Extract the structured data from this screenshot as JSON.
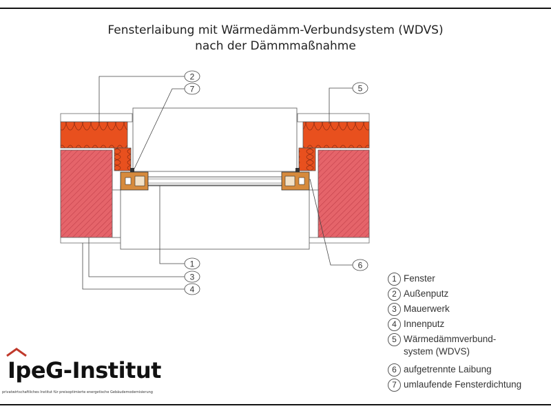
{
  "title": {
    "line1": "Fensterlaibung mit Wärmedämm-Verbundsystem (WDVS)",
    "line2": "nach der Dämmmaßnahme"
  },
  "callouts": [
    "1",
    "2",
    "3",
    "4",
    "5",
    "6",
    "7"
  ],
  "legend": [
    {
      "num": "1",
      "text": "Fenster"
    },
    {
      "num": "2",
      "text": "Außenputz"
    },
    {
      "num": "3",
      "text": "Mauerwerk"
    },
    {
      "num": "4",
      "text": "Innenputz"
    },
    {
      "num": "5",
      "text": "Wärmedämmverbund-\nsystem (WDVS)"
    },
    {
      "num": "6",
      "text": "aufgetrennte Laibung"
    },
    {
      "num": "7",
      "text": "umlaufende Fensterdichtung"
    }
  ],
  "logo": {
    "name_part1": "IpeG",
    "name_part2": "-Institut",
    "subtitle": "privatwirtschaftliches Institut für preisoptimierte energetische Gebäudemodernisierung"
  },
  "colors": {
    "insulation": "#e8501e",
    "masonry": "#e5646a",
    "frame": "#d68a3c",
    "logo_accent": "#c0392b"
  }
}
